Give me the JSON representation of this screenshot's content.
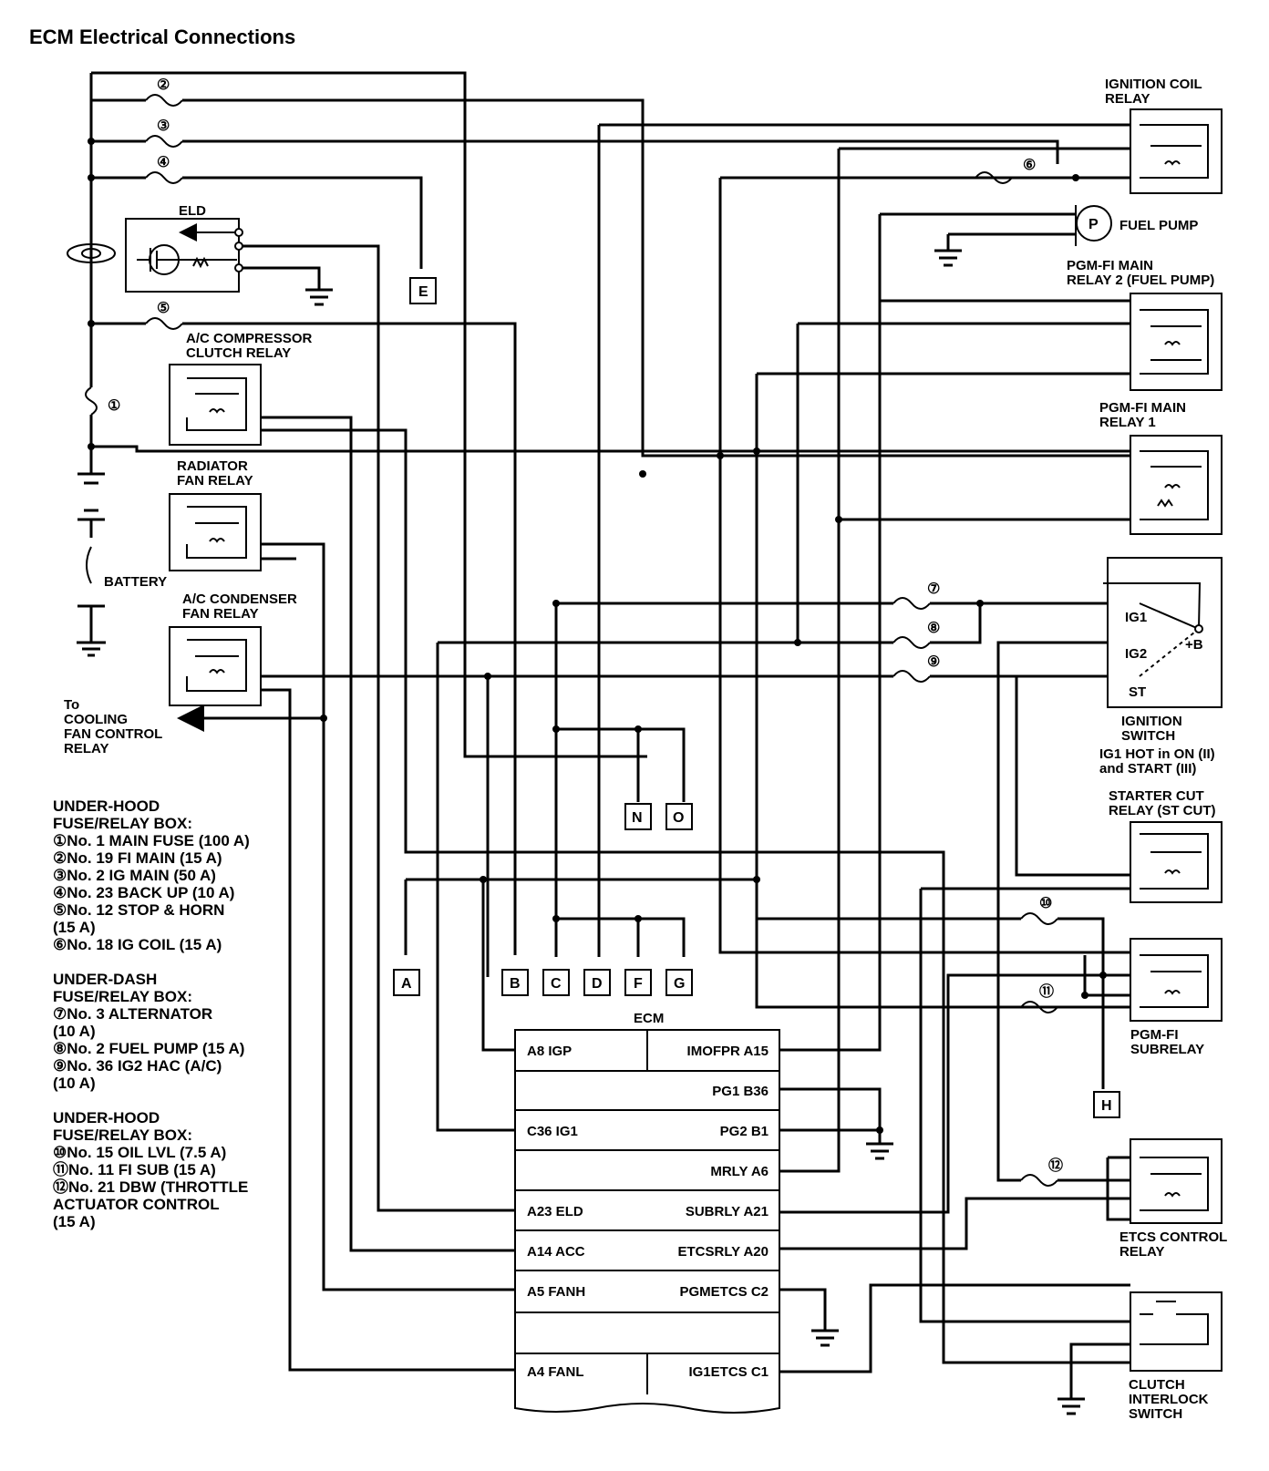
{
  "title": "ECM Electrical Connections",
  "components": {
    "eld": "ELD",
    "ac_compressor_relay": [
      "A/C COMPRESSOR",
      "CLUTCH RELAY"
    ],
    "radiator_fan_relay": [
      "RADIATOR",
      "FAN RELAY"
    ],
    "ac_condenser_relay": [
      "A/C CONDENSER",
      "FAN RELAY"
    ],
    "battery": "BATTERY",
    "cooling_fan_note": [
      "To",
      "COOLING",
      "FAN CONTROL",
      "RELAY"
    ],
    "ignition_coil_relay": [
      "IGNITION COIL",
      "RELAY"
    ],
    "fuel_pump_symbol": "P",
    "fuel_pump": "FUEL PUMP",
    "pgmfi_main_relay2": [
      "PGM-FI MAIN",
      "RELAY 2 (FUEL PUMP)"
    ],
    "pgmfi_main_relay1": [
      "PGM-FI MAIN",
      "RELAY 1"
    ],
    "ignition_switch_terminals": {
      "ig1": "IG1",
      "ig2": "IG2",
      "st": "ST",
      "b": "+B"
    },
    "ignition_switch": [
      "IGNITION",
      "SWITCH",
      "IG1 HOT in ON (II)",
      "and START (III)"
    ],
    "starter_cut_relay": [
      "STARTER CUT",
      "RELAY (ST CUT)"
    ],
    "pgmfi_subrelay": [
      "PGM-FI",
      "SUBRELAY"
    ],
    "etcs_relay": [
      "ETCS CONTROL",
      "RELAY"
    ],
    "clutch_switch": [
      "CLUTCH",
      "INTERLOCK",
      "SWITCH"
    ],
    "ecm": "ECM"
  },
  "fuse_numbers": [
    "①",
    "②",
    "③",
    "④",
    "⑤",
    "⑥",
    "⑦",
    "⑧",
    "⑨",
    "⑩",
    "⑪",
    "⑫"
  ],
  "connectors": [
    "A",
    "B",
    "C",
    "D",
    "E",
    "F",
    "G",
    "H",
    "N",
    "O"
  ],
  "ecm_pins": {
    "left": [
      "A8 IGP",
      "C36 IG1",
      "A23 ELD",
      "A14 ACC",
      "A5 FANH",
      "A4 FANL"
    ],
    "right": [
      "IMOFPR A15",
      "PG1 B36",
      "PG2 B1",
      "MRLY A6",
      "SUBRLY A21",
      "ETCSRLY A20",
      "PGMETCS C2",
      "IG1ETCS C1"
    ]
  },
  "legend": [
    {
      "heading": [
        "UNDER-HOOD",
        "FUSE/RELAY BOX:"
      ],
      "items": [
        "①No. 1 MAIN FUSE (100 A)",
        "②No. 19 FI MAIN (15 A)",
        "③No. 2 IG MAIN (50 A)",
        "④No. 23 BACK UP (10 A)",
        "⑤No. 12 STOP & HORN",
        "(15 A)",
        "⑥No. 18 IG COIL (15 A)"
      ]
    },
    {
      "heading": [
        "UNDER-DASH",
        "FUSE/RELAY BOX:"
      ],
      "items": [
        "⑦No. 3 ALTERNATOR",
        "(10 A)",
        "⑧No. 2 FUEL PUMP (15 A)",
        "⑨No. 36 IG2 HAC (A/C)",
        "(10 A)"
      ]
    },
    {
      "heading": [
        "UNDER-HOOD",
        "FUSE/RELAY BOX:"
      ],
      "items": [
        "⑩No. 15 OIL LVL (7.5 A)",
        "⑪No. 11 FI SUB (15 A)",
        "⑫No. 21 DBW (THROTTLE",
        "ACTUATOR CONTROL",
        " (15 A)"
      ]
    }
  ]
}
